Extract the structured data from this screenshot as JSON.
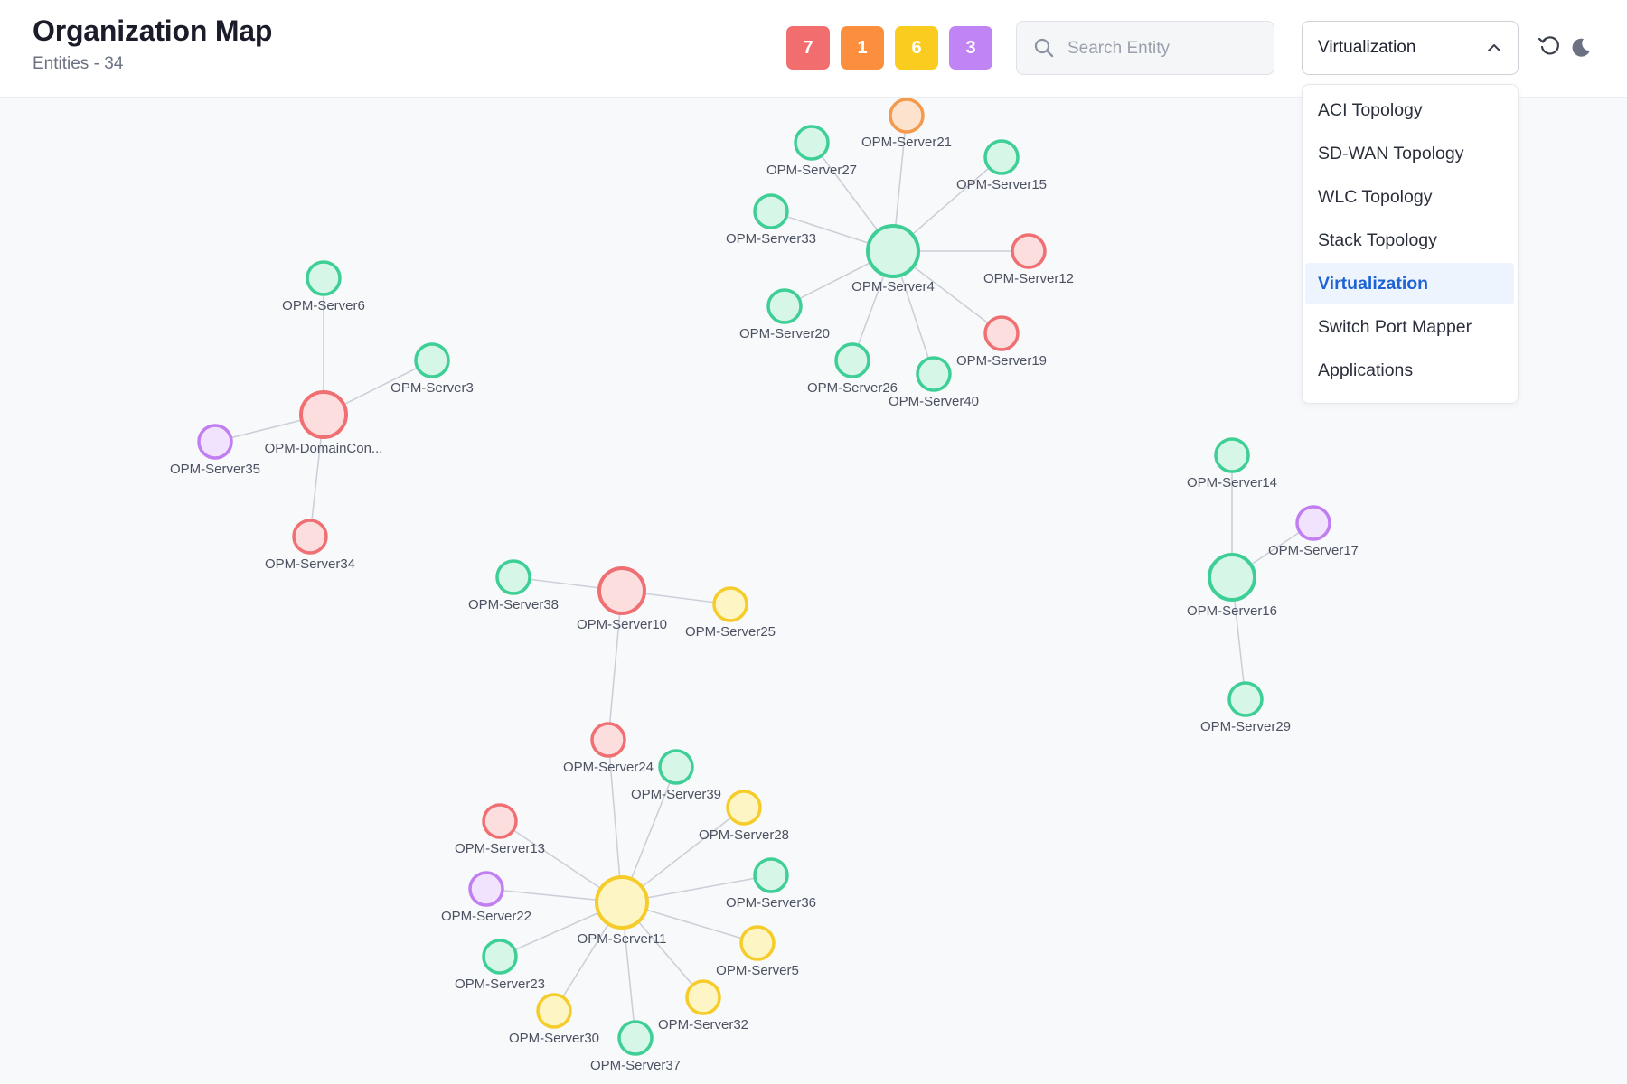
{
  "header": {
    "title": "Organization Map",
    "subtitle": "Entities - 34",
    "badges": [
      {
        "label": "7",
        "color": "#f26d6d"
      },
      {
        "label": "1",
        "color": "#fb8f3d"
      },
      {
        "label": "6",
        "color": "#fbcc20"
      },
      {
        "label": "3",
        "color": "#c184f5"
      }
    ],
    "search": {
      "placeholder": "Search Entity",
      "value": ""
    },
    "view_select": {
      "selected": "Virtualization",
      "options": [
        "ACI Topology",
        "SD-WAN Topology",
        "WLC Topology",
        "Stack Topology",
        "Virtualization",
        "Switch Port Mapper",
        "Applications"
      ]
    },
    "icons": [
      "refresh-icon",
      "dark-mode-icon"
    ]
  },
  "status_colors": {
    "green": {
      "stroke": "#3ecf96",
      "fill": "#d6f6e7"
    },
    "red": {
      "stroke": "#ef6f72",
      "fill": "#fddede"
    },
    "orange": {
      "stroke": "#f59a4c",
      "fill": "#fde3cd"
    },
    "yellow": {
      "stroke": "#f5cc2a",
      "fill": "#fdf5c3"
    },
    "purple": {
      "stroke": "#c07ef2",
      "fill": "#f1e3fd"
    }
  },
  "nodes": [
    {
      "id": "n4",
      "name": "OPM-Server4",
      "status": "green",
      "hub": true
    },
    {
      "id": "n21",
      "name": "OPM-Server21",
      "status": "orange"
    },
    {
      "id": "n27",
      "name": "OPM-Server27",
      "status": "green"
    },
    {
      "id": "n15",
      "name": "OPM-Server15",
      "status": "green"
    },
    {
      "id": "n33",
      "name": "OPM-Server33",
      "status": "green"
    },
    {
      "id": "n12",
      "name": "OPM-Server12",
      "status": "red"
    },
    {
      "id": "n20",
      "name": "OPM-Server20",
      "status": "green"
    },
    {
      "id": "n19",
      "name": "OPM-Server19",
      "status": "red"
    },
    {
      "id": "n26",
      "name": "OPM-Server26",
      "status": "green"
    },
    {
      "id": "n40",
      "name": "OPM-Server40",
      "status": "green"
    },
    {
      "id": "ndc",
      "name": "OPM-DomainCon...",
      "status": "red",
      "hub": true
    },
    {
      "id": "n6",
      "name": "OPM-Server6",
      "status": "green"
    },
    {
      "id": "n3",
      "name": "OPM-Server3",
      "status": "green"
    },
    {
      "id": "n35",
      "name": "OPM-Server35",
      "status": "purple"
    },
    {
      "id": "n34",
      "name": "OPM-Server34",
      "status": "red"
    },
    {
      "id": "n16",
      "name": "OPM-Server16",
      "status": "green",
      "hub": true
    },
    {
      "id": "n14",
      "name": "OPM-Server14",
      "status": "green"
    },
    {
      "id": "n17",
      "name": "OPM-Server17",
      "status": "purple"
    },
    {
      "id": "n29",
      "name": "OPM-Server29",
      "status": "green"
    },
    {
      "id": "n10",
      "name": "OPM-Server10",
      "status": "red",
      "hub": true
    },
    {
      "id": "n38",
      "name": "OPM-Server38",
      "status": "green"
    },
    {
      "id": "n25",
      "name": "OPM-Server25",
      "status": "yellow"
    },
    {
      "id": "n24",
      "name": "OPM-Server24",
      "status": "red"
    },
    {
      "id": "n11",
      "name": "OPM-Server11",
      "status": "yellow",
      "hub": true
    },
    {
      "id": "n39",
      "name": "OPM-Server39",
      "status": "green"
    },
    {
      "id": "n28",
      "name": "OPM-Server28",
      "status": "yellow"
    },
    {
      "id": "n13",
      "name": "OPM-Server13",
      "status": "red"
    },
    {
      "id": "n36",
      "name": "OPM-Server36",
      "status": "green"
    },
    {
      "id": "n22",
      "name": "OPM-Server22",
      "status": "purple"
    },
    {
      "id": "n5",
      "name": "OPM-Server5",
      "status": "yellow"
    },
    {
      "id": "n23",
      "name": "OPM-Server23",
      "status": "green"
    },
    {
      "id": "n32",
      "name": "OPM-Server32",
      "status": "yellow"
    },
    {
      "id": "n30",
      "name": "OPM-Server30",
      "status": "yellow"
    },
    {
      "id": "n37",
      "name": "OPM-Server37",
      "status": "green"
    }
  ],
  "edges": [
    [
      "n4",
      "n21"
    ],
    [
      "n4",
      "n27"
    ],
    [
      "n4",
      "n15"
    ],
    [
      "n4",
      "n33"
    ],
    [
      "n4",
      "n12"
    ],
    [
      "n4",
      "n20"
    ],
    [
      "n4",
      "n19"
    ],
    [
      "n4",
      "n26"
    ],
    [
      "n4",
      "n40"
    ],
    [
      "ndc",
      "n6"
    ],
    [
      "ndc",
      "n3"
    ],
    [
      "ndc",
      "n35"
    ],
    [
      "ndc",
      "n34"
    ],
    [
      "n16",
      "n14"
    ],
    [
      "n16",
      "n17"
    ],
    [
      "n16",
      "n29"
    ],
    [
      "n10",
      "n38"
    ],
    [
      "n10",
      "n25"
    ],
    [
      "n10",
      "n24"
    ],
    [
      "n24",
      "n11"
    ],
    [
      "n11",
      "n39"
    ],
    [
      "n11",
      "n28"
    ],
    [
      "n11",
      "n13"
    ],
    [
      "n11",
      "n36"
    ],
    [
      "n11",
      "n22"
    ],
    [
      "n11",
      "n5"
    ],
    [
      "n11",
      "n23"
    ],
    [
      "n11",
      "n32"
    ],
    [
      "n11",
      "n30"
    ],
    [
      "n11",
      "n37"
    ]
  ]
}
